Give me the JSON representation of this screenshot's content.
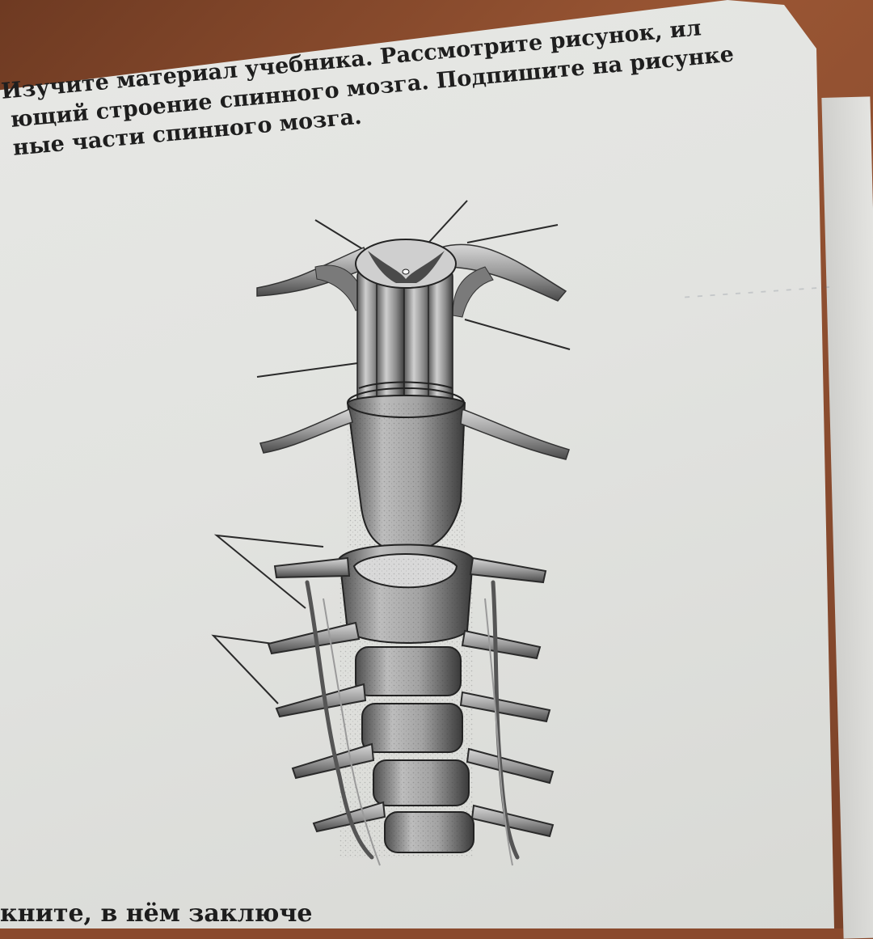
{
  "task": {
    "line1": "Изучите материал учебника. Рассмотрите рисунок, ил",
    "line2": "ющий строение спинного мозга. Подпишите на рисунке",
    "line3": "ные части спинного мозга."
  },
  "bottom_text": "кните, в нём заключе",
  "colors": {
    "paper": "#e4e5e2",
    "ink": "#1e1e1e",
    "desk": "#8a4a2e"
  }
}
